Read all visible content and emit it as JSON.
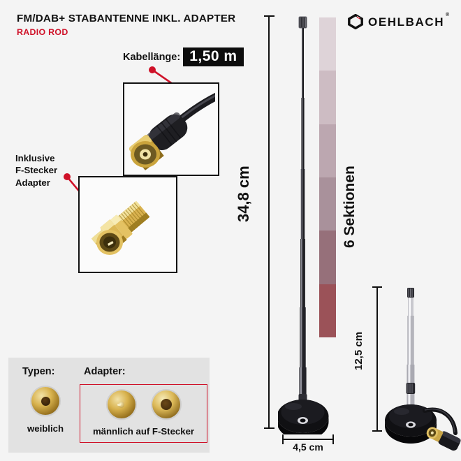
{
  "header": {
    "title": "FM/DAB+ STABANTENNE INKL. ADAPTER",
    "subtitle": "RADIO ROD",
    "accent_color": "#cf1128"
  },
  "logo": {
    "wordmark": "OEHLBACH",
    "registered": "®",
    "mark_icon": "oehlbach-diamond-icon"
  },
  "callouts": {
    "cable_length_label": "Kabellänge:",
    "cable_length_value": "1,50 m",
    "cable_photo_alt": "coax-connector-photo",
    "adapter_note_line1": "Inklusive",
    "adapter_note_line2": "F-Stecker",
    "adapter_note_line3": "Adapter",
    "adapter_photo_alt": "f-plug-adapter-photo"
  },
  "dimensions": {
    "height_extended": "34,8 cm",
    "base_width": "4,5 cm",
    "height_collapsed": "12,5 cm"
  },
  "sections": {
    "label": "6 Sektionen",
    "count": 6,
    "swatch_colors": [
      "#ded3d8",
      "#cdbcc3",
      "#bca7b0",
      "#a9919b",
      "#96707a",
      "#9b5258"
    ]
  },
  "legend": {
    "types_label": "Typen:",
    "adapter_label": "Adapter:",
    "type_item_caption": "weiblich",
    "adapter_item_caption": "männlich auf F-Stecker",
    "highlight_color": "#cf1128"
  },
  "products": {
    "main_antenna_alt": "telescopic-antenna-extended",
    "small_antenna_alt": "telescopic-antenna-collapsed-with-cable"
  }
}
